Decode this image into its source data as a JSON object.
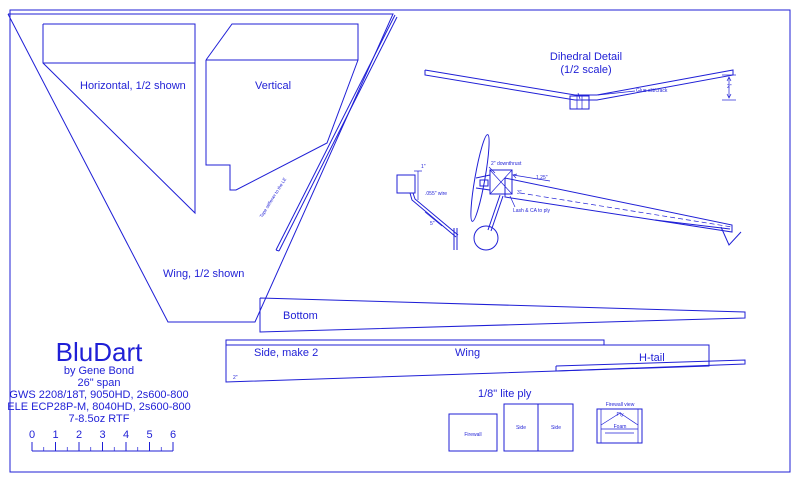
{
  "labels": {
    "horizontal": "Horizontal, 1/2 shown",
    "vertical": "Vertical",
    "wing_half": "Wing, 1/2 shown",
    "tape": "Tape stiffener to the LE",
    "dihedral_title": "Dihedral Detail",
    "dihedral_scale": "(1/2 scale)",
    "glue_slit": "Glue slit/crack",
    "two_inch": "2\"",
    "one_inch": "1\"",
    "downthrust": "2\" downthrust",
    "wire": ".055\" wire",
    "five_inch": "5\"",
    "one_25": "1.25\"",
    "three_eighth": "3\"",
    "lash": "Lash & CA to ply",
    "bottom": "Bottom",
    "side": "Side, make 2",
    "wing": "Wing",
    "htail": "H-tail",
    "two_small": "2\"",
    "ply": "1/8\" lite ply",
    "firewall": "Firewall",
    "side_a": "Side",
    "side_b": "Side",
    "firewall_view": "Firewall view",
    "ply_small": "Ply",
    "foam": "Foam"
  },
  "title_block": {
    "name": "BluDart",
    "author": "by Gene Bond",
    "span": "26\" span",
    "config1": "GWS 2208/18T, 9050HD, 2s600-800",
    "config2": "ELE ECP28P-M, 8040HD, 2s600-800",
    "weight": "7-8.5oz RTF"
  },
  "scale": {
    "ticks": [
      "0",
      "1",
      "2",
      "3",
      "4",
      "5",
      "6"
    ]
  },
  "colors": {
    "ink": "#1f1fd6",
    "background": "#ffffff"
  }
}
